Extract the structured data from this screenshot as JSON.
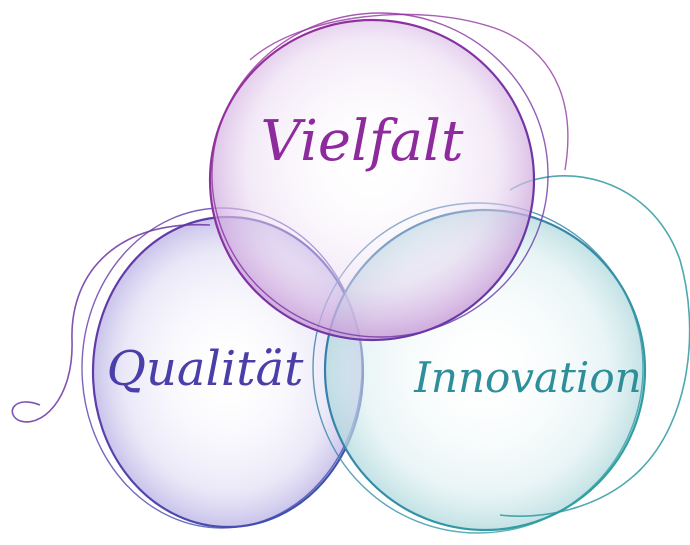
{
  "diagram": {
    "colors": {
      "top": "#8e2a9e",
      "left": "#4a3ea8",
      "right": "#2e8f9a",
      "background": "#ffffff"
    },
    "circles": [
      {
        "key": "top",
        "label": "Vielfalt",
        "color": "#8e2a9e"
      },
      {
        "key": "left",
        "label": "Qualität",
        "color": "#4a3ea8"
      },
      {
        "key": "right",
        "label": "Innovation",
        "color": "#2e8f9a"
      }
    ]
  }
}
